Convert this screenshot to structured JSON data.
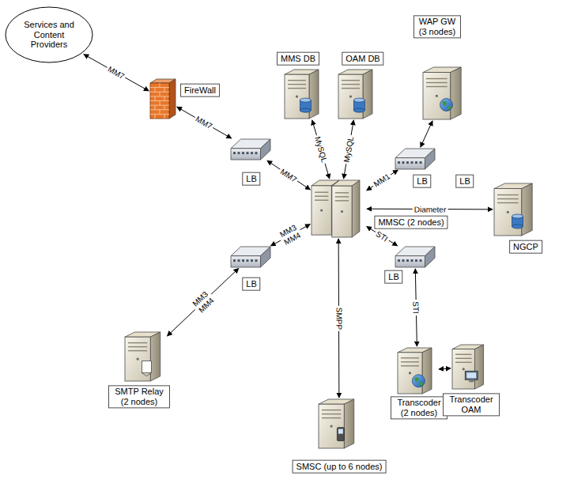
{
  "diagram": {
    "nodes": [
      {
        "text": [
          "Services and Content Providers"
        ]
      },
      {
        "text": [
          "FireWall"
        ]
      },
      {
        "text": [
          "LB"
        ]
      },
      {
        "text": [
          "MMS DB"
        ]
      },
      {
        "text": [
          "OAM DB"
        ]
      },
      {
        "text": [
          "WAP GW (3 nodes)"
        ]
      },
      {
        "text": [
          "LB"
        ]
      },
      {
        "text": [
          "MMSC (2 nodes)"
        ]
      },
      {
        "text": [
          "NGCP"
        ]
      },
      {
        "text": [
          "LB"
        ]
      },
      {
        "text": [
          "LB"
        ]
      },
      {
        "text": [
          "SMTP Relay (2 nodes)"
        ]
      },
      {
        "text": [
          "Transcoder (2 nodes)"
        ]
      },
      {
        "text": [
          "Transcoder OAM"
        ]
      },
      {
        "text": [
          "SMSC (up to 6 nodes)"
        ]
      }
    ],
    "edges": [
      {
        "from": 0,
        "to": 1,
        "label": "MM7",
        "arrow": "both"
      },
      {
        "from": 1,
        "to": 2,
        "label": "MM7",
        "arrow": "both"
      },
      {
        "from": 2,
        "to": 7,
        "label": "MM7",
        "arrow": "both"
      },
      {
        "from": 3,
        "to": 7,
        "label": "MySQL",
        "arrow": "both"
      },
      {
        "from": 4,
        "to": 7,
        "label": "MySQL",
        "arrow": "both"
      },
      {
        "from": 7,
        "to": 6,
        "label": "MM1",
        "arrow": "both"
      },
      {
        "from": 6,
        "to": 5,
        "arrow": "both"
      },
      {
        "from": 7,
        "to": 8,
        "label": "Diameter",
        "arrow": "both"
      },
      {
        "from": 7,
        "to": 9,
        "label": "MM3 MM4",
        "arrow": "both"
      },
      {
        "from": 9,
        "to": 11,
        "label": "MM3 MM4",
        "arrow": "both"
      },
      {
        "from": 7,
        "to": 10,
        "label": "STI",
        "arrow": "both"
      },
      {
        "from": 10,
        "to": 12,
        "label": "STI",
        "arrow": "both"
      },
      {
        "from": 12,
        "to": 13,
        "arrow": "both"
      },
      {
        "from": 7,
        "to": 14,
        "label": "SMPP",
        "arrow": "both"
      }
    ],
    "labels": [
      "LB"
    ]
  }
}
